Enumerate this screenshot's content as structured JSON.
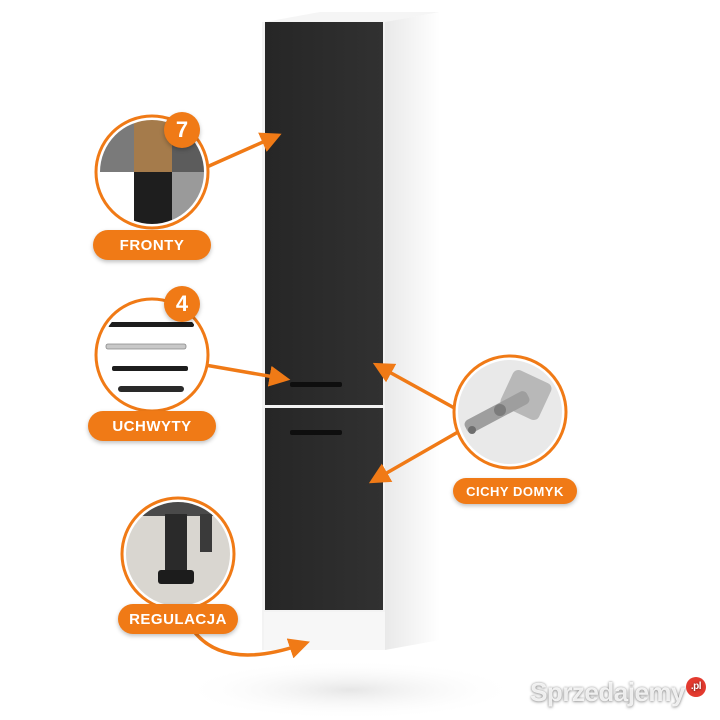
{
  "labels": {
    "fronty": "FRONTY",
    "uchwyty": "UCHWYTY",
    "cichy_domyk": "CICHY DOMYK",
    "regulacja": "REGULACJA"
  },
  "badges": {
    "fronty_count": "7",
    "uchwyty_count": "4"
  },
  "watermark": {
    "text": "Sprzedajemy",
    "suffix": ".pl"
  },
  "colors": {
    "accent": "#f07a16",
    "cabinet_front": "#2b2b2b",
    "cabinet_body": "#f2f2f2"
  },
  "swatches": [
    "#7a7a7a",
    "#a57b4b",
    "#5c5c5c",
    "#ffffff",
    "#1e1e1e",
    "#9a9a9a"
  ]
}
